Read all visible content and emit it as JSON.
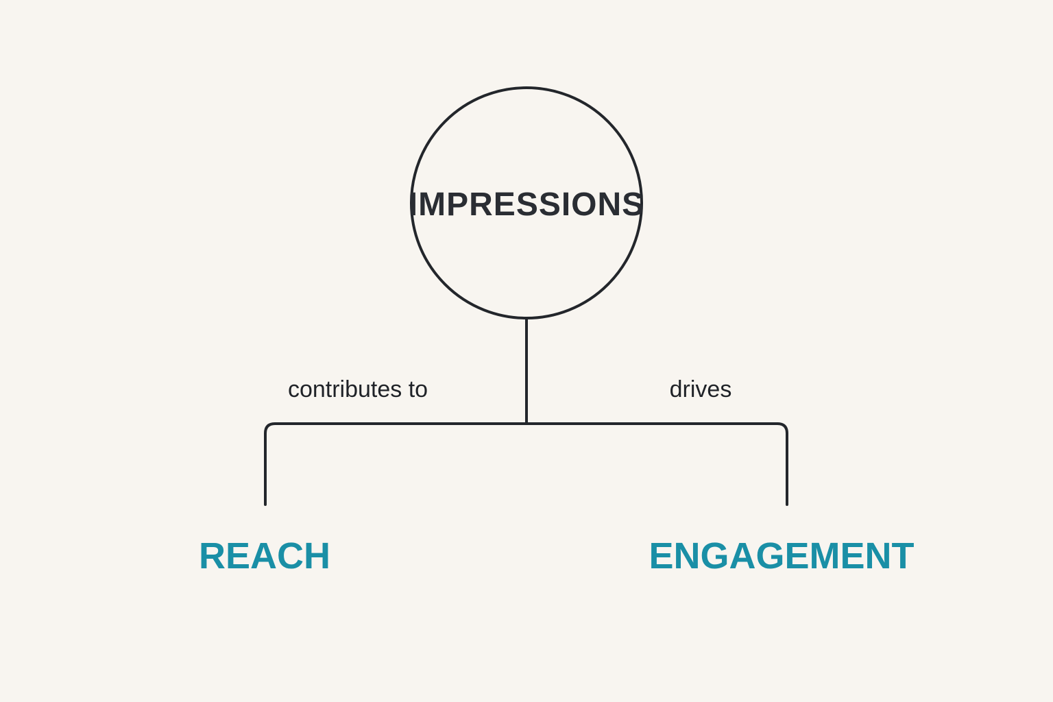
{
  "colors": {
    "background": "#f8f5f0",
    "line": "#23262b",
    "root_text": "#2a2d33",
    "child_text": "#1a8fa6",
    "label_text": "#1f2227"
  },
  "root": {
    "label": "IMPRESSIONS"
  },
  "edges": {
    "left_label": "contributes to",
    "right_label": "drives"
  },
  "children": {
    "left": {
      "label": "REACH"
    },
    "right": {
      "label": "ENGAGEMENT"
    }
  }
}
